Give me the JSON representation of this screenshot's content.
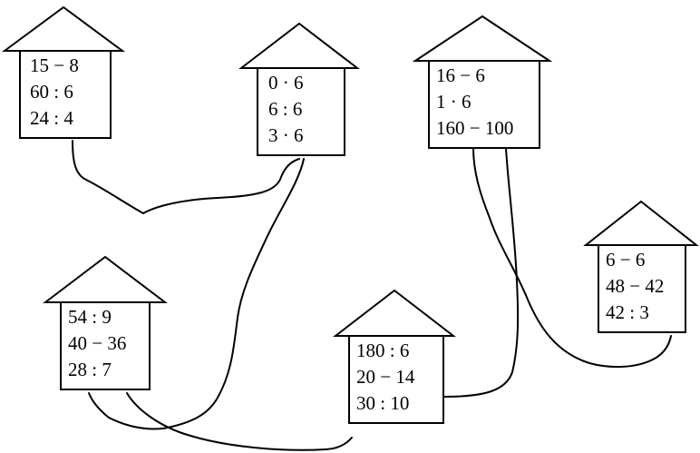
{
  "houses": [
    {
      "id": "house-1",
      "expressions": [
        "15 − 8",
        "60 : 6",
        "24 : 4"
      ]
    },
    {
      "id": "house-2",
      "expressions": [
        "0 · 6",
        "6 : 6",
        "3 · 6"
      ]
    },
    {
      "id": "house-3",
      "expressions": [
        "16 − 6",
        "1 · 6",
        "160 − 100"
      ]
    },
    {
      "id": "house-4",
      "expressions": [
        "6 − 6",
        "48 − 42",
        "42 : 3"
      ]
    },
    {
      "id": "house-5",
      "expressions": [
        "54 : 9",
        "40 − 36",
        "28 : 7"
      ]
    },
    {
      "id": "house-6",
      "expressions": [
        "180 : 6",
        "20 − 14",
        "30 : 10"
      ]
    }
  ],
  "colors": {
    "ink": "#000000",
    "background": "#ffffff"
  }
}
